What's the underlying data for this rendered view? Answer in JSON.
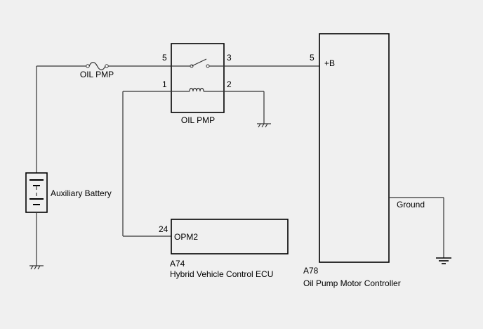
{
  "fuse": {
    "label": "OIL PMP"
  },
  "relay": {
    "label": "OIL PMP",
    "pins": {
      "p5": "5",
      "p3": "3",
      "p1": "1",
      "p2": "2"
    }
  },
  "battery": {
    "label": "Auxiliary Battery"
  },
  "ecu": {
    "code": "A74",
    "name": "Hybrid Vehicle Control ECU",
    "pin_number": "24",
    "pin_label": "OPM2"
  },
  "controller": {
    "code": "A78",
    "name": "Oil Pump Motor Controller",
    "pin_number": "5",
    "pin_label": "+B",
    "ground_label": "Ground"
  }
}
